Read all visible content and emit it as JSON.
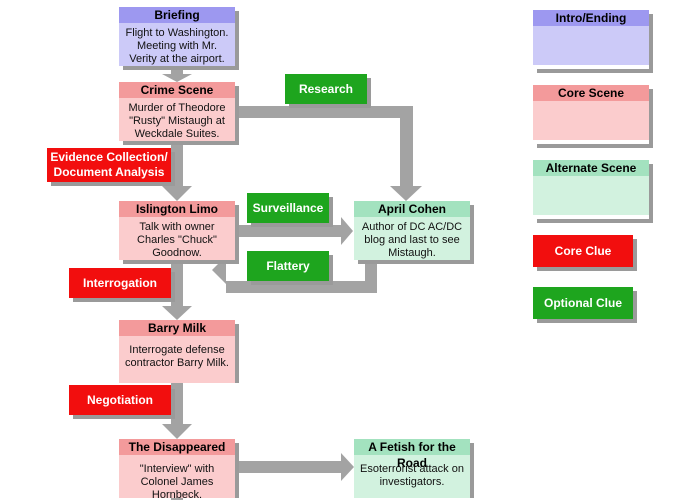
{
  "scenes": {
    "briefing": {
      "title": "Briefing",
      "body": "Flight to Washington. Meeting with Mr. Verity at the airport."
    },
    "crime_scene": {
      "title": "Crime Scene",
      "body": "Murder of Theodore \"Rusty\" Mistaugh at Weckdale Suites."
    },
    "islington_limo": {
      "title": "Islington Limo",
      "body": "Talk with owner Charles \"Chuck\" Goodnow."
    },
    "april_cohen": {
      "title": "April Cohen",
      "body": "Author of DC AC/DC blog and last to see Mistaugh."
    },
    "barry_milk": {
      "title": "Barry Milk",
      "body": "Interrogate defense contractor Barry Milk."
    },
    "disappeared": {
      "title": "The Disappeared",
      "body": "\"Interview\" with Colonel James Hornbeck."
    },
    "fetish": {
      "title": "A Fetish for the Road",
      "body": "Esoterrorist attack on investigators."
    }
  },
  "clues": {
    "research": "Research",
    "evidence": "Evidence Collection/ Document Analysis",
    "surveillance": "Surveillance",
    "flattery": "Flattery",
    "interrogation": "Interrogation",
    "negotiation": "Negotiation"
  },
  "legend": {
    "intro": "Intro/Ending",
    "core_scene": "Core Scene",
    "alt_scene": "Alternate Scene",
    "core_clue": "Core Clue",
    "optional_clue": "Optional Clue"
  },
  "colors": {
    "intro_header": "#9d98f0",
    "intro_body": "#cccaf8",
    "core_header": "#f39a9b",
    "core_body": "#fbcccd",
    "alt_header": "#a3e2bf",
    "alt_body": "#d2f2df",
    "core_clue": "#f20e0e",
    "optional_clue": "#1ea51e",
    "arrow": "#a3a3a3"
  }
}
